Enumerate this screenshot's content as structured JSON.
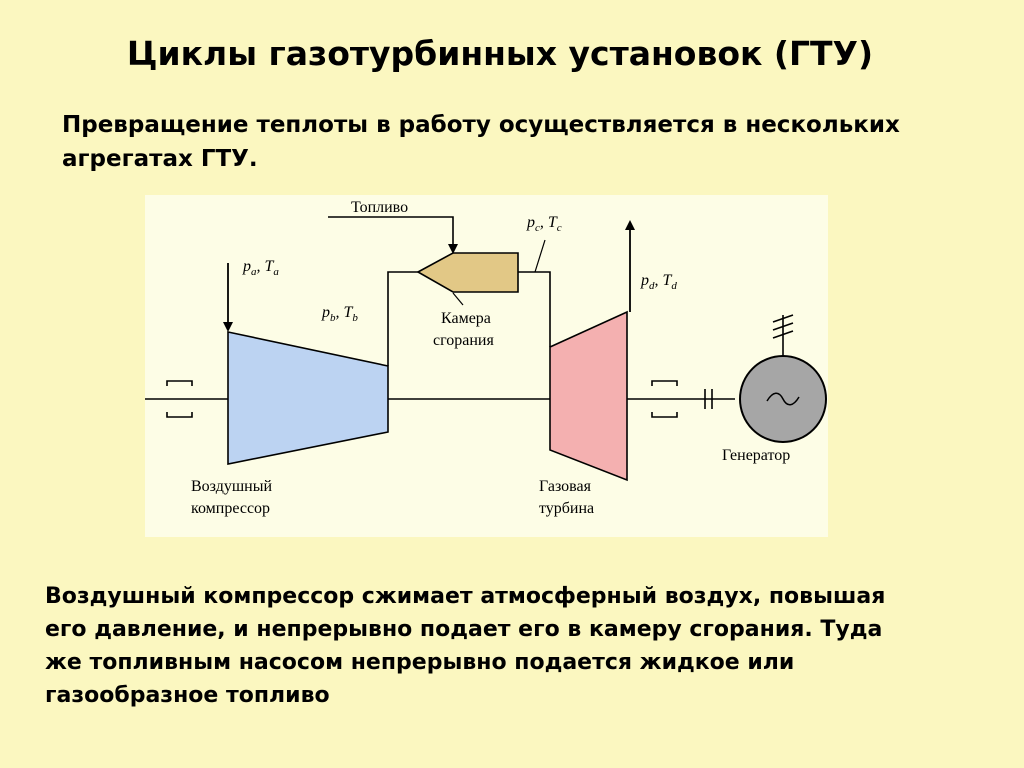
{
  "slide": {
    "title": "Циклы газотурбинных установок (ГТУ)",
    "intro": [
      "Превращение теплоты в работу осуществляется в нескольких",
      "агрегатах ГТУ."
    ],
    "body": [
      "Воздушный компрессор сжимает атмосферный воздух, повышая",
      "его давление, и непрерывно подает его в камеру сгорания. Туда",
      "же топливным насосом непрерывно подается жидкое или",
      "газообразное топливо"
    ]
  },
  "diagram": {
    "fuel_label": "Топливо",
    "combustion_label": [
      "Камера",
      "сгорания"
    ],
    "compressor_label": [
      "Воздушный",
      "компрессор"
    ],
    "turbine_label": [
      "Газовая",
      "турбина"
    ],
    "generator_label": "Генератор",
    "state_a": {
      "p": "p",
      "p_sub": "a",
      "sep": ", ",
      "t": "T",
      "t_sub": "a"
    },
    "state_b": {
      "p": "p",
      "p_sub": "b",
      "sep": ", ",
      "t": "T",
      "t_sub": "b"
    },
    "state_c": {
      "p": "p",
      "p_sub": "c",
      "sep": ", ",
      "t": "T",
      "t_sub": "c"
    },
    "state_d": {
      "p": "p",
      "p_sub": "d",
      "sep": ", ",
      "t": "T",
      "t_sub": "d"
    },
    "colors": {
      "compressor": "#bcd3f2",
      "turbine": "#f4b0b0",
      "combustion": "#e2c886",
      "generator": "#a6a6a6",
      "background": "#fdfde6"
    }
  }
}
